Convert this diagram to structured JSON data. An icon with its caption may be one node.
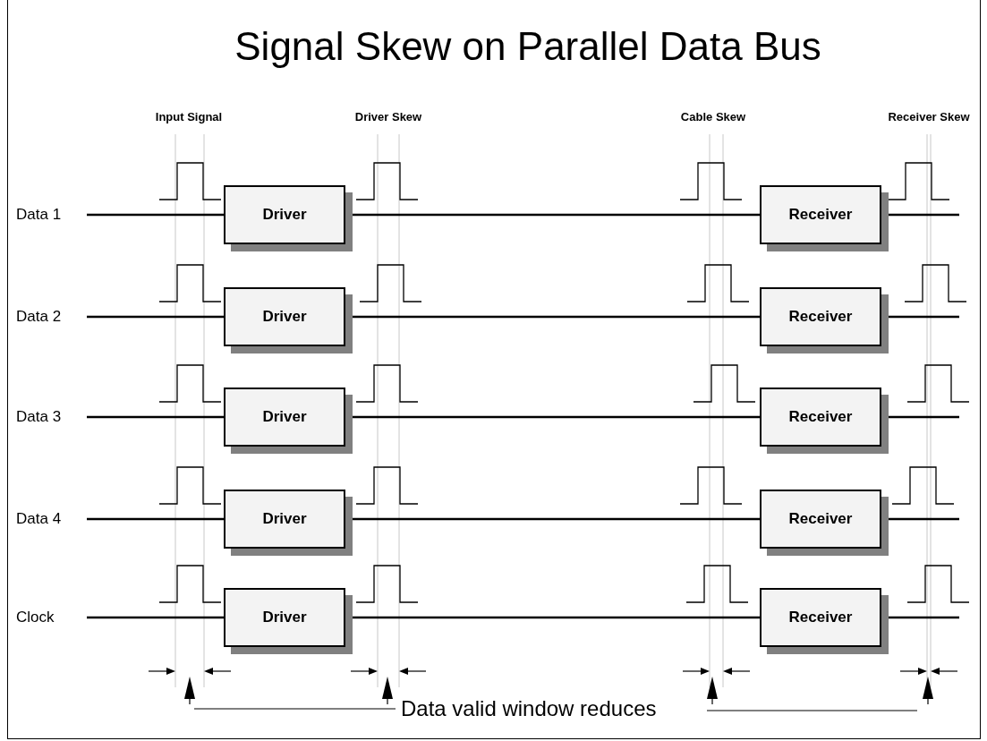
{
  "diagram": {
    "title": "Signal Skew on Parallel Data Bus",
    "nodes": [
      {
        "text": [
          "Data 1"
        ]
      },
      {
        "text": [
          "Driver"
        ]
      },
      {
        "text": [
          "Receiver"
        ]
      },
      {
        "text": [
          "Data 2"
        ]
      },
      {
        "text": [
          "Driver"
        ]
      },
      {
        "text": [
          "Receiver"
        ]
      },
      {
        "text": [
          "Data 3"
        ]
      },
      {
        "text": [
          "Driver"
        ]
      },
      {
        "text": [
          "Receiver"
        ]
      },
      {
        "text": [
          "Data 4"
        ]
      },
      {
        "text": [
          "Driver"
        ]
      },
      {
        "text": [
          "Receiver"
        ]
      },
      {
        "text": [
          "Clock"
        ]
      },
      {
        "text": [
          "Driver"
        ]
      },
      {
        "text": [
          "Receiver"
        ]
      }
    ],
    "edges": [
      {
        "from": 0,
        "to": 1,
        "arrow": "none"
      },
      {
        "from": 1,
        "to": 2,
        "arrow": "none"
      },
      {
        "from": 2,
        "to": null,
        "arrow": "none"
      },
      {
        "from": 3,
        "to": 4,
        "arrow": "none"
      },
      {
        "from": 4,
        "to": 5,
        "arrow": "none"
      },
      {
        "from": 5,
        "to": null,
        "arrow": "none"
      },
      {
        "from": 6,
        "to": 7,
        "arrow": "none"
      },
      {
        "from": 7,
        "to": 8,
        "arrow": "none"
      },
      {
        "from": 8,
        "to": null,
        "arrow": "none"
      },
      {
        "from": 9,
        "to": 10,
        "arrow": "none"
      },
      {
        "from": 10,
        "to": 11,
        "arrow": "none"
      },
      {
        "from": 11,
        "to": null,
        "arrow": "none"
      },
      {
        "from": 12,
        "to": 13,
        "arrow": "none"
      },
      {
        "from": 13,
        "to": 14,
        "arrow": "none"
      },
      {
        "from": 14,
        "to": null,
        "arrow": "none"
      }
    ],
    "labels": [
      "Input Signal",
      "Driver Skew",
      "Cable Skew",
      "Receiver Skew",
      "Data valid window reduces"
    ]
  }
}
